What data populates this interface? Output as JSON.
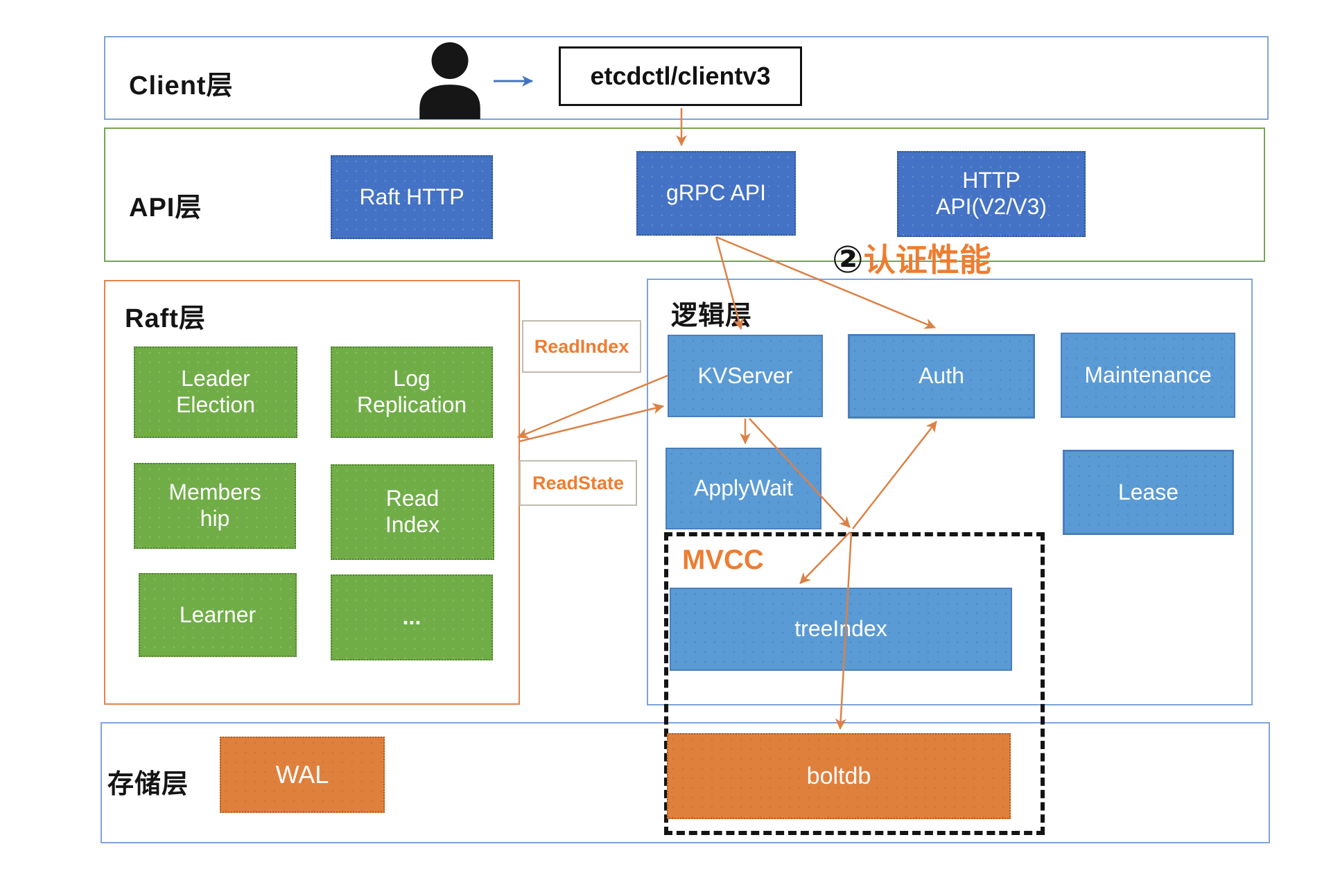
{
  "colors": {
    "layer-blue-border": "#7da4d8",
    "api-green-border": "#74a457",
    "raft-orange-border": "#e2834b",
    "node-dark-blue": "#4472c4",
    "node-light-blue": "#5b9bd5",
    "node-green": "#70ad47",
    "node-orange": "#e0803d",
    "arrow-orange": "#dc8146",
    "client-arrow-blue": "#4472c4",
    "accent-orange-text": "#ed7d31"
  },
  "client_layer": {
    "title": "Client层",
    "node": "etcdctl/clientv3"
  },
  "api_layer": {
    "title": "API层",
    "raft_http": "Raft HTTP",
    "grpc_api": "gRPC API",
    "http_api_line1": "HTTP",
    "http_api_line2": "API(V2/V3)"
  },
  "annotation": {
    "badge": "②",
    "label": "认证性能"
  },
  "raft_layer": {
    "title": "Raft层",
    "leader_election_line1": "Leader",
    "leader_election_line2": "Election",
    "log_replication_line1": "Log",
    "log_replication_line2": "Replication",
    "membership_line1": "Members",
    "membership_line2": "hip",
    "read_index_line1": "Read",
    "read_index_line2": "Index",
    "learner": "Learner",
    "more": "..."
  },
  "flow_tags": {
    "read_index": "ReadIndex",
    "read_state": "ReadState"
  },
  "logic_layer": {
    "title": "逻辑层",
    "kvserver": "KVServer",
    "auth": "Auth",
    "maintenance": "Maintenance",
    "applywait": "ApplyWait",
    "lease": "Lease",
    "mvcc_title": "MVCC",
    "treeindex": "treeIndex"
  },
  "storage_layer": {
    "title": "存储层",
    "wal": "WAL",
    "boltdb": "boltdb"
  },
  "icons": {
    "person": "user-silhouette",
    "client_arrow": "right-arrow",
    "flow_arrow": "orange-connector-arrow"
  }
}
